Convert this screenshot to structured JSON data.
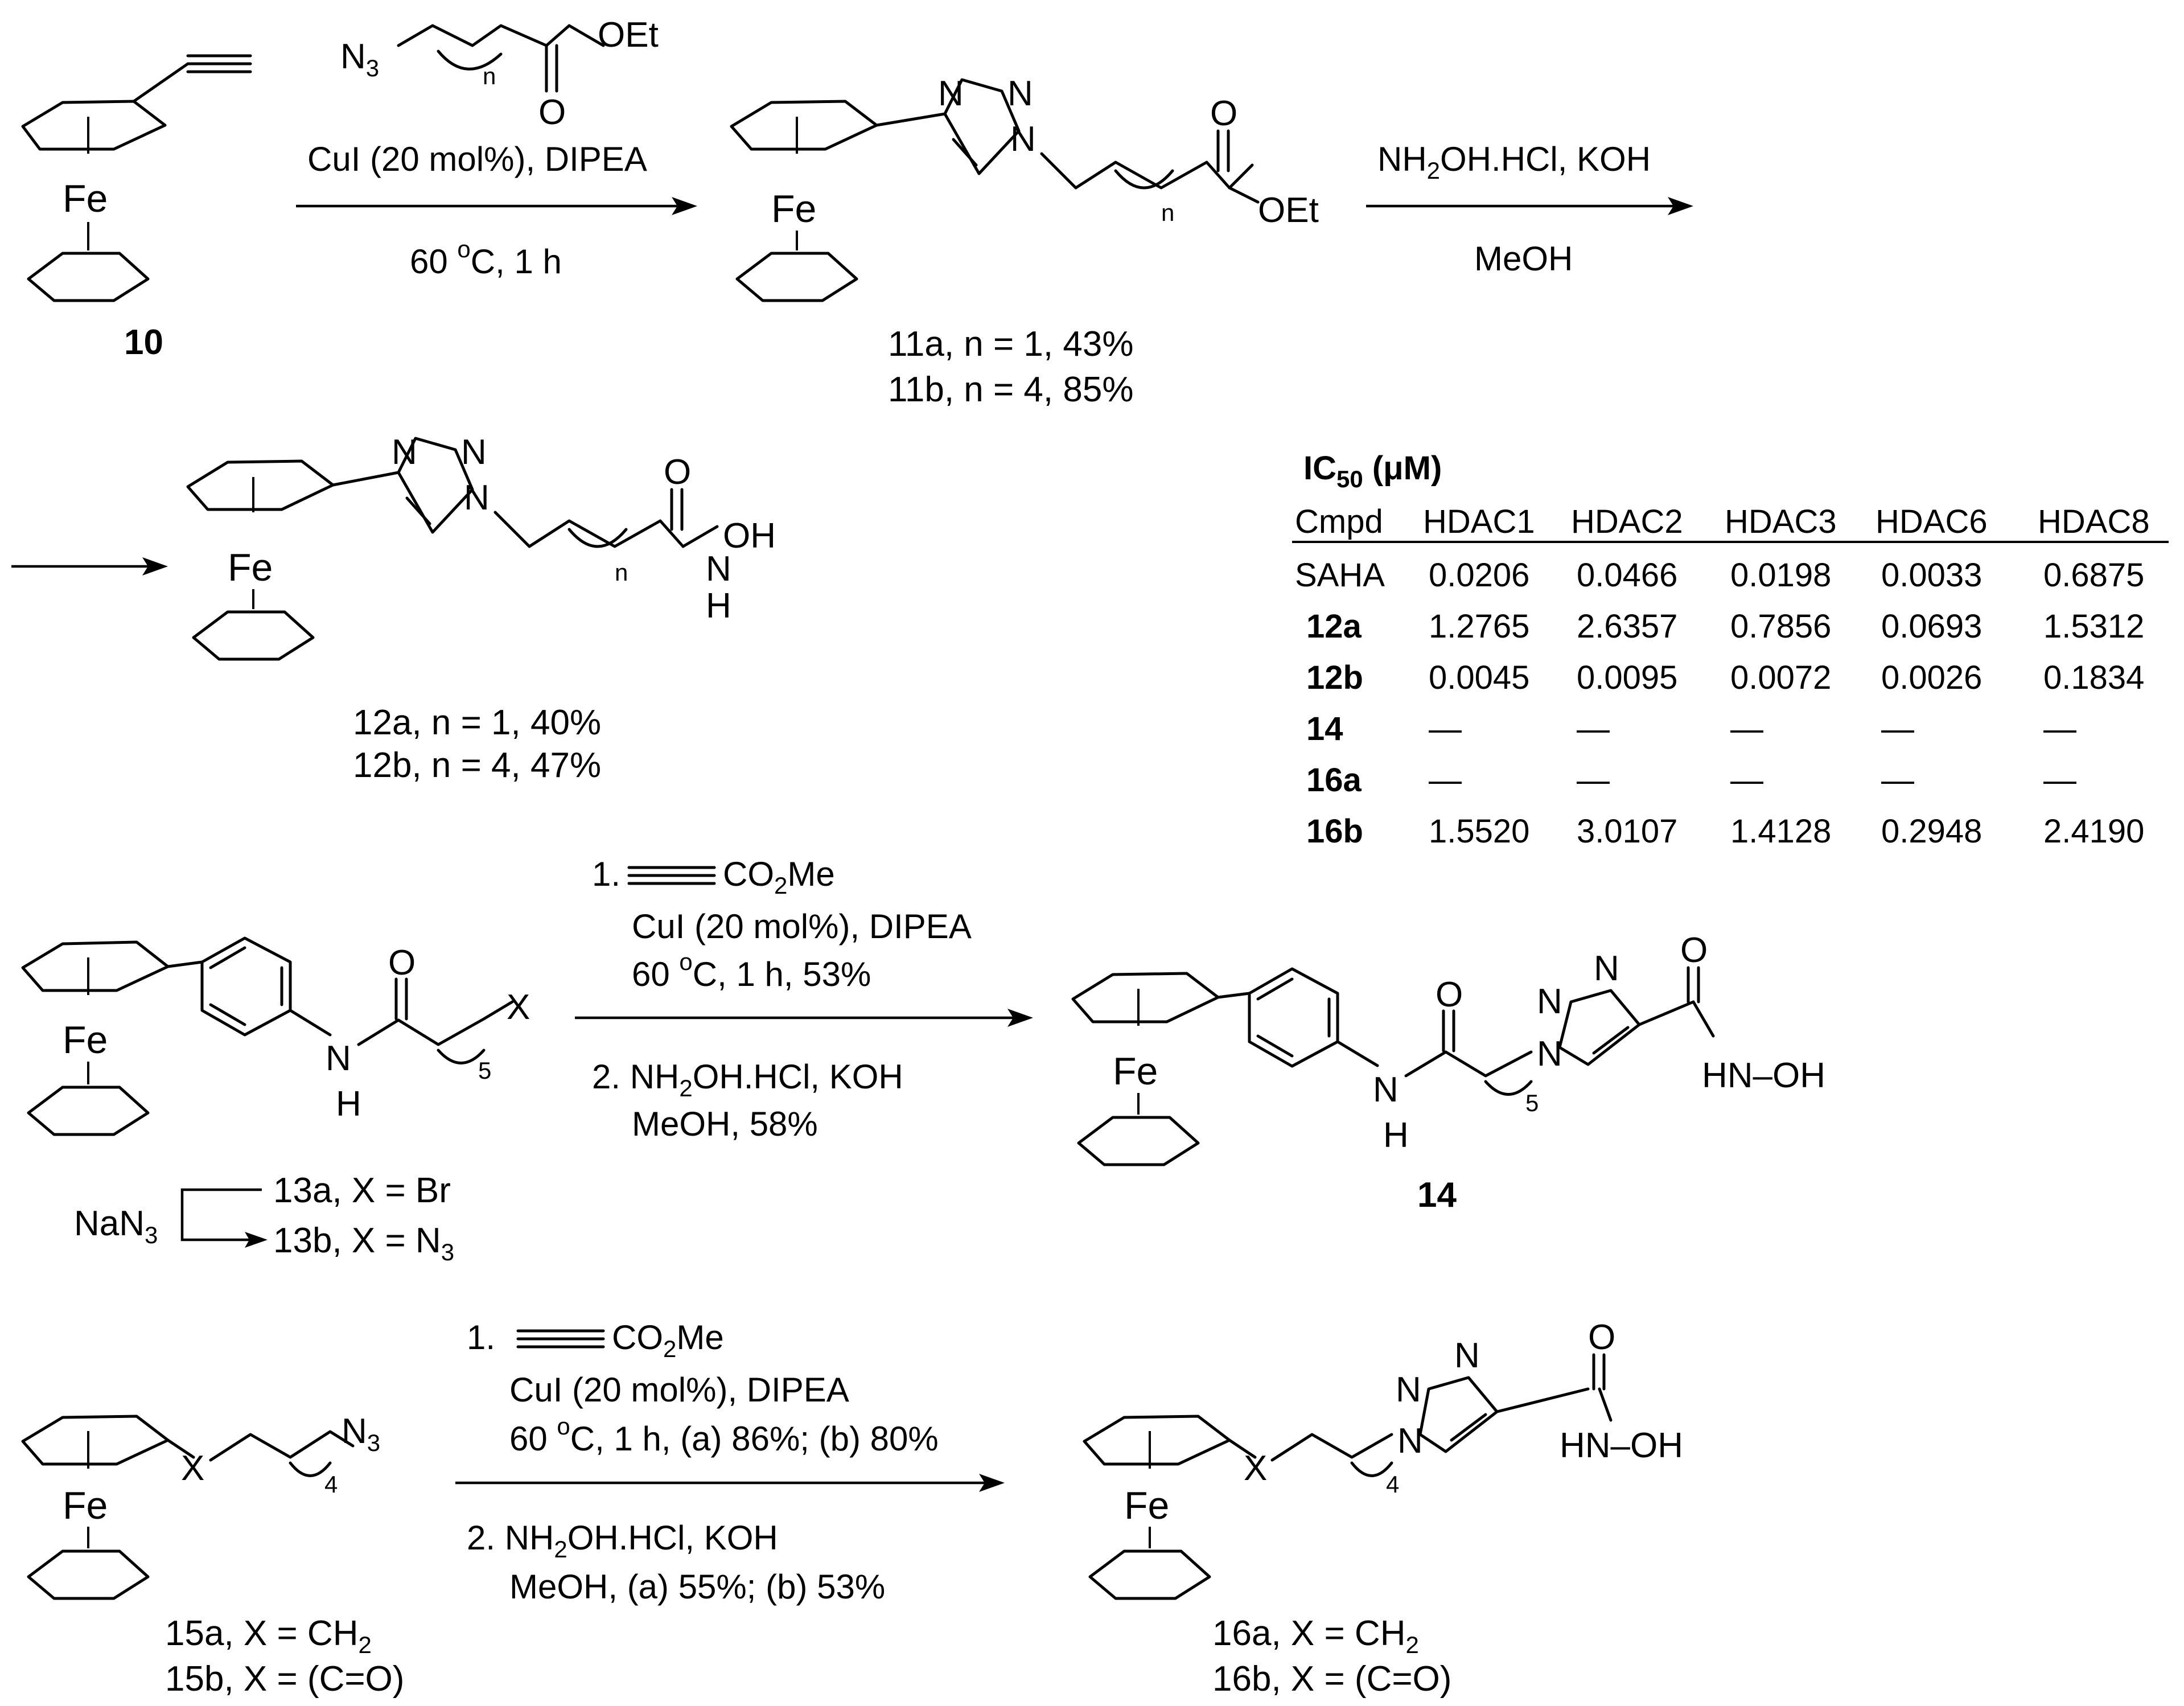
{
  "reaction1": {
    "reagent_azide": {
      "N3": "N",
      "N3_sub": "3",
      "n": "n",
      "OEt": "OEt",
      "O": "O"
    },
    "cond_line1": "CuI (20 mol%), DIPEA",
    "cond_line2_pre": "60 ",
    "cond_line2_sup": "o",
    "cond_line2_post": "C, 1 h",
    "compound_10": "10"
  },
  "product11": {
    "N_triazole": "N",
    "N_eq": "N",
    "N1": "N",
    "n": "n",
    "O": "O",
    "OEt": "OEt",
    "Fe": "Fe",
    "label_a_bold": "11a",
    "label_a_rest": ", n = 1, 43%",
    "label_b_bold": "11b",
    "label_b_rest": ", n = 4, 85%"
  },
  "reaction2": {
    "cond_line1_pre": "NH",
    "cond_line1_sub": "2",
    "cond_line1_post": "OH.HCl, KOH",
    "cond_line2": "MeOH"
  },
  "product12": {
    "Fe": "Fe",
    "n": "n",
    "O": "O",
    "OH": "OH",
    "N": "N",
    "H": "H",
    "label_a_bold": "12a",
    "label_a_rest": ", n = 1, 40%",
    "label_b_bold": "12b",
    "label_b_rest": ", n = 4, 47%"
  },
  "ic50_table": {
    "title_pre": "IC",
    "title_sub": "50",
    "title_post": " (μM)",
    "headers": [
      "Cmpd",
      "HDAC1",
      "HDAC2",
      "HDAC3",
      "HDAC6",
      "HDAC8"
    ],
    "rows": [
      {
        "cmpd": "SAHA",
        "bold": false,
        "values": [
          "0.0206",
          "0.0466",
          "0.0198",
          "0.0033",
          "0.6875"
        ]
      },
      {
        "cmpd": "12a",
        "bold": true,
        "values": [
          "1.2765",
          "2.6357",
          "0.7856",
          "0.0693",
          "1.5312"
        ]
      },
      {
        "cmpd": "12b",
        "bold": true,
        "values": [
          "0.0045",
          "0.0095",
          "0.0072",
          "0.0026",
          "0.1834"
        ]
      },
      {
        "cmpd": "14",
        "bold": true,
        "values": [
          "—",
          "—",
          "—",
          "—",
          "—"
        ]
      },
      {
        "cmpd": "16a",
        "bold": true,
        "values": [
          "—",
          "—",
          "—",
          "—",
          "—"
        ]
      },
      {
        "cmpd": "16b",
        "bold": true,
        "values": [
          "1.5520",
          "3.0107",
          "1.4128",
          "0.2948",
          "2.4190"
        ]
      }
    ]
  },
  "reaction3": {
    "step1_num": "1.",
    "step1_reagent_pre": "CO",
    "step1_reagent_sub": "2",
    "step1_reagent_post": "Me",
    "step1_line2": "CuI (20 mol%), DIPEA",
    "step1_line3_pre": "60 ",
    "step1_line3_sup": "o",
    "step1_line3_post": "C, 1 h, 53%",
    "step2_pre": "2. NH",
    "step2_sub": "2",
    "step2_post": "OH.HCl, KOH",
    "step2_line2": "MeOH, 58%"
  },
  "compound13": {
    "Fe": "Fe",
    "O": "O",
    "N": "N",
    "H": "H",
    "sub5": "5",
    "X": "X",
    "nan3_pre": "NaN",
    "nan3_sub": "3",
    "label_a_bold": "13a",
    "label_a_rest": ", X = Br",
    "label_b_bold": "13b",
    "label_b_rest": ", X = N",
    "label_b_sub": "3"
  },
  "product14": {
    "Fe": "Fe",
    "O": "O",
    "O2": "O",
    "N": "N",
    "H": "H",
    "sub5": "5",
    "N1": "N",
    "N_top": "N",
    "N_eq": "N",
    "HN_OH": "HN–OH",
    "label": "14"
  },
  "reaction4": {
    "step1_num": "1.",
    "step1_reagent_pre": "CO",
    "step1_reagent_sub": "2",
    "step1_reagent_post": "Me",
    "step1_line2": "CuI (20 mol%), DIPEA",
    "step1_line3_pre": "60 ",
    "step1_line3_sup": "o",
    "step1_line3_post": "C, 1 h, (a) 86%; (b) 80%",
    "step2_pre": "2. NH",
    "step2_sub": "2",
    "step2_post": "OH.HCl, KOH",
    "step2_line2": "MeOH, (a) 55%; (b) 53%"
  },
  "compound15": {
    "Fe": "Fe",
    "X": "X",
    "sub4": "4",
    "N3": "N",
    "N3_sub": "3",
    "label_a_bold": "15a",
    "label_a_rest": ", X = CH",
    "label_a_sub": "2",
    "label_b_bold": "15b",
    "label_b_rest": ", X = (C=O)"
  },
  "product16": {
    "Fe": "Fe",
    "X": "X",
    "sub4": "4",
    "N1": "N",
    "N_top": "N",
    "N_eq": "N",
    "O": "O",
    "HN_OH": "HN–OH",
    "label_a_bold": "16a",
    "label_a_rest": ", X = CH",
    "label_a_sub": "2",
    "label_b_bold": "16b",
    "label_b_rest": ", X = (C=O)"
  }
}
